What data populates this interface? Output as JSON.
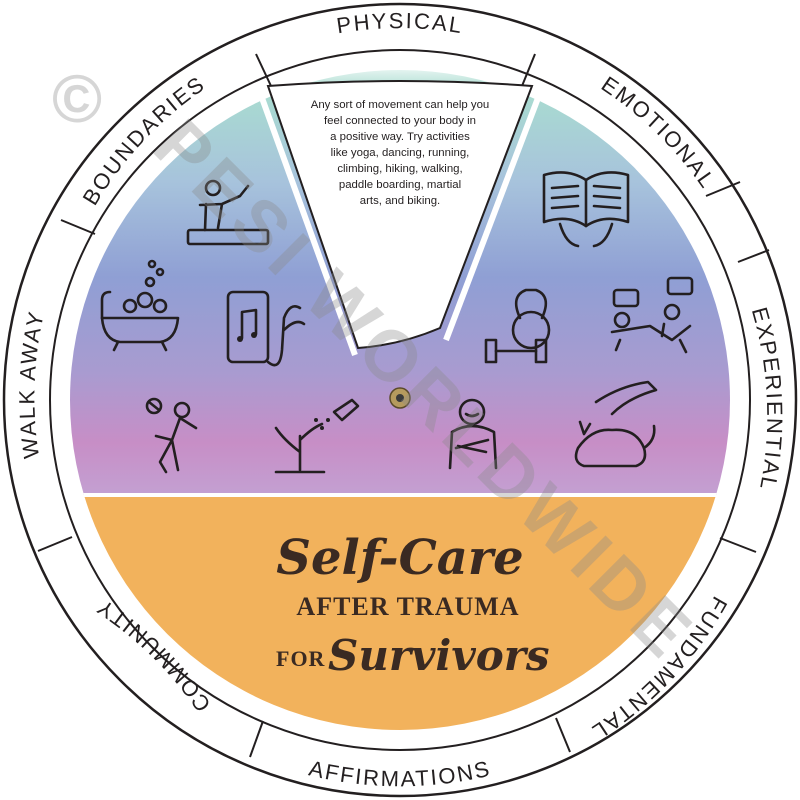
{
  "ring_labels": {
    "physical": "PHYSICAL",
    "emotional": "EMOTIONAL",
    "experiential": "EXPERIENTIAL",
    "fundamental": "FUNDAMENTAL",
    "affirmations": "AFFIRMATIONS",
    "community": "COMMUNITY",
    "walk_away": "WALK AWAY",
    "boundaries": "BOUNDARIES"
  },
  "window": {
    "description_lines": [
      "Any sort of movement can help you",
      "feel connected to your body in",
      "a positive way. Try activities",
      "like yoga, dancing, running,",
      "climbing, hiking, walking,",
      "paddle boarding, martial",
      "arts, and biking."
    ]
  },
  "title": {
    "line1": "Self-Care",
    "line2": "AFTER TRAUMA",
    "line3_prefix": "FOR",
    "line3_script": "Survivors"
  },
  "watermark": {
    "copyright_symbol": "©",
    "text": "PESI WORLDWIDE"
  },
  "icons": [
    "yoga-icon",
    "reading-book-icon",
    "bubble-bath-icon",
    "music-phone-icon",
    "dumbbell-kettlebell-icon",
    "therapy-conversation-icon",
    "kicking-person-icon",
    "watering-plant-icon",
    "self-hug-icon",
    "petting-cat-icon"
  ],
  "colors": {
    "ring_stroke": "#231f20",
    "bottom_panel": "#f2b25c",
    "band_top": "#a9dcd0",
    "band_mid": "#8f9fd4",
    "band_low": "#c78ec6",
    "ink": "#231f20"
  }
}
